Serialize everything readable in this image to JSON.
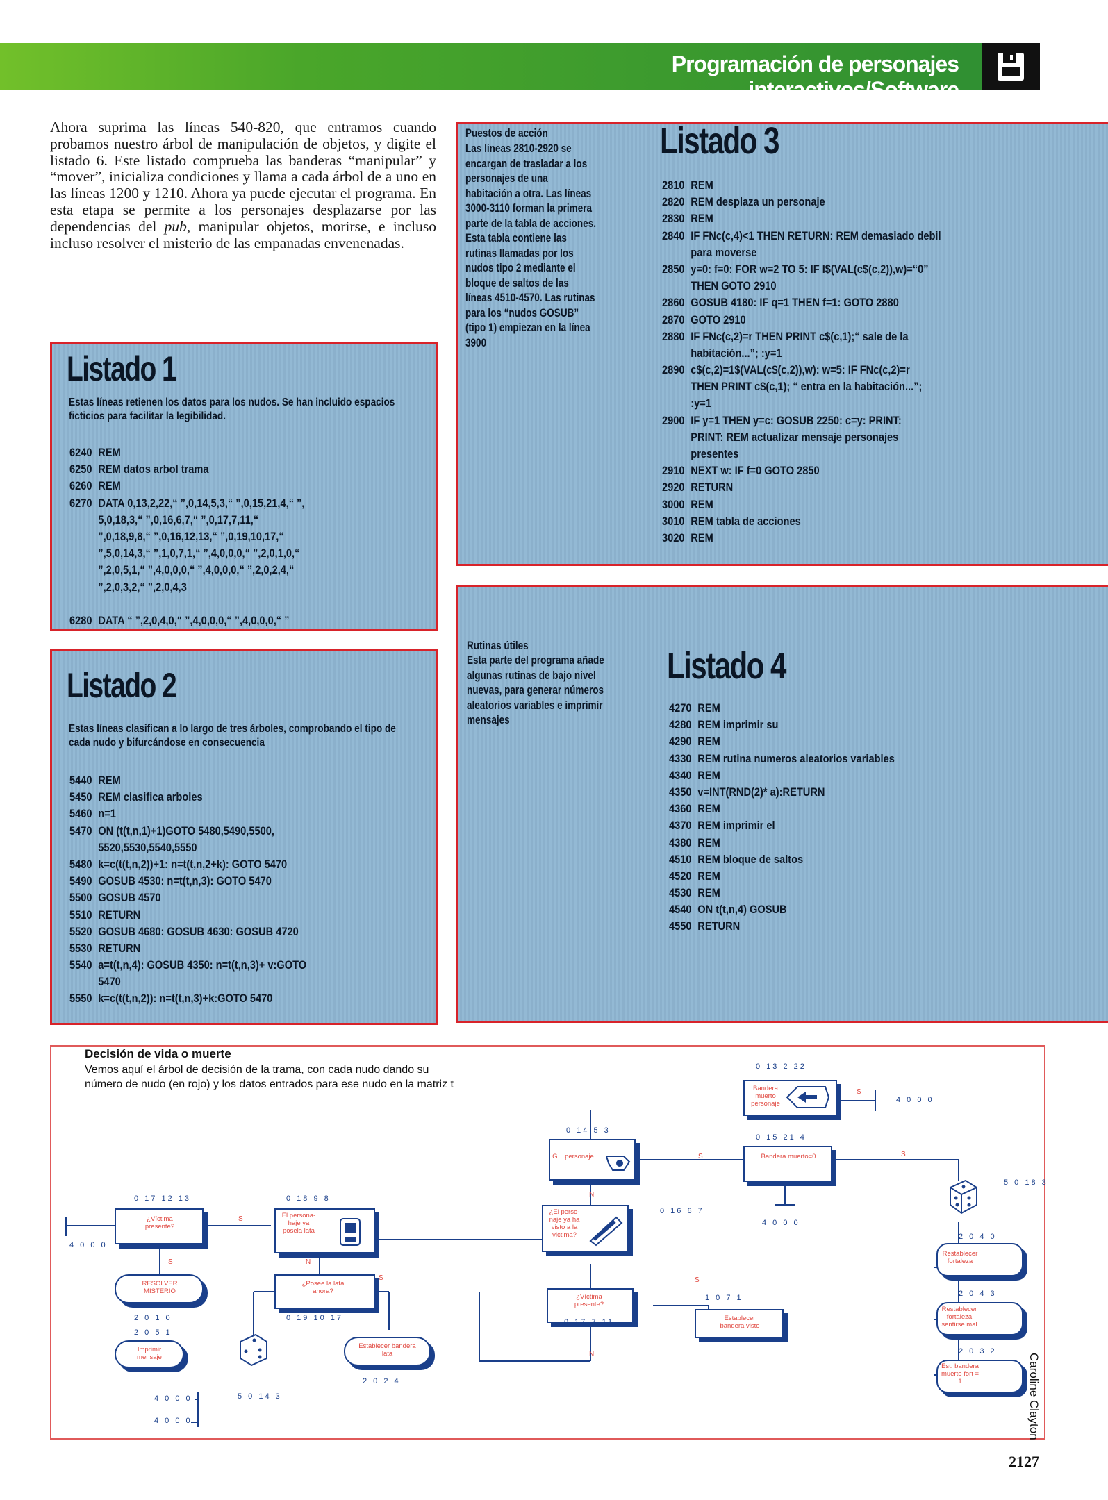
{
  "header": {
    "title_main": "Programación de personajes interactivos/",
    "title_bold": "Software",
    "icon": "floppy-disk-icon"
  },
  "intro": {
    "before_italic": "Ahora suprima las líneas 540-820, que entramos cuando probamos nuestro árbol de manipulación de objetos, y digite el listado 6. Este listado comprueba las banderas “manipular” y “mover”, inicializa condiciones y llama a cada árbol de a uno en las líneas 1200 y 1210. Ahora ya puede ejecutar el programa. En esta etapa se permite a los personajes desplazarse por las dependencias del ",
    "italic": "pub",
    "after_italic": ", manipular objetos, morirse, e incluso incluso resolver el misterio de las empanadas envenenadas."
  },
  "listado1": {
    "title": "Listado 1",
    "desc": "Estas líneas retienen los datos para los nudos. Se han incluido espacios ficticios para facilitar la legibilidad.",
    "lines": [
      {
        "n": "6240",
        "t": "REM"
      },
      {
        "n": "6250",
        "t": "REM datos arbol trama"
      },
      {
        "n": "6260",
        "t": "REM"
      },
      {
        "n": "6270",
        "t": "DATA 0,13,2,22,“ ”,0,14,5,3,“ ”,0,15,21,4,“ ”,"
      },
      {
        "n": "",
        "t": "5,0,18,3,“ ”,0,16,6,7,“ ”,0,17,7,11,“"
      },
      {
        "n": "",
        "t": "”,0,18,9,8,“ ”,0,16,12,13,“ ”,0,19,10,17,“"
      },
      {
        "n": "",
        "t": "”,5,0,14,3,“ ”,1,0,7,1,“ ”,4,0,0,0,“ ”,2,0,1,0,“"
      },
      {
        "n": "",
        "t": "”,2,0,5,1,“ ”,4,0,0,0,“ ”,4,0,0,0,“ ”,2,0,2,4,“"
      },
      {
        "n": "",
        "t": "”,2,0,3,2,“ ”,2,0,4,3"
      },
      {
        "n": "",
        "t": ""
      },
      {
        "n": "6280",
        "t": "DATA “ ”,2,0,4,0,“ ”,4,0,0,0,“ ”,4,0,0,0,“ ”"
      }
    ]
  },
  "listado2": {
    "title": "Listado 2",
    "desc": "Estas líneas clasifican a lo largo de tres árboles, comprobando el tipo de cada nudo y bifurcándose en consecuencia",
    "lines": [
      {
        "n": "5440",
        "t": "REM"
      },
      {
        "n": "5450",
        "t": "REM clasifica arboles"
      },
      {
        "n": "5460",
        "t": "n=1"
      },
      {
        "n": "5470",
        "t": "ON (t(t,n,1)+1)GOTO 5480,5490,5500,"
      },
      {
        "n": "",
        "t": "5520,5530,5540,5550"
      },
      {
        "n": "5480",
        "t": "k=c(t(t,n,2))+1: n=t(t,n,2+k): GOTO 5470"
      },
      {
        "n": "5490",
        "t": "GOSUB 4530: n=t(t,n,3): GOTO 5470"
      },
      {
        "n": "5500",
        "t": "GOSUB 4570"
      },
      {
        "n": "5510",
        "t": "RETURN"
      },
      {
        "n": "5520",
        "t": "GOSUB 4680: GOSUB 4630: GOSUB 4720"
      },
      {
        "n": "5530",
        "t": "RETURN"
      },
      {
        "n": "5540",
        "t": "a=t(t,n,4): GOSUB 4350: n=t(t,n,3)+ v:GOTO"
      },
      {
        "n": "",
        "t": "5470"
      },
      {
        "n": "5550",
        "t": "k=c(t(t,n,2)): n=t(t,n,3)+k:GOTO 5470"
      }
    ]
  },
  "listado3": {
    "title": "Listado 3",
    "side_title": "Puestos de acción",
    "side_text": "Las líneas 2810-2920 se encargan de trasladar a los personajes de una habitación a otra. Las líneas 3000-3110 forman la primera parte de la tabla de acciones. Esta tabla contiene las rutinas llamadas por los nudos tipo 2 mediante el bloque de saltos de las líneas 4510-4570. Las rutinas para los “nudos GOSUB” (tipo 1) empiezan en la línea 3900",
    "lines": [
      {
        "n": "2810",
        "t": "REM"
      },
      {
        "n": "2820",
        "t": "REM desplaza un personaje"
      },
      {
        "n": "2830",
        "t": "REM"
      },
      {
        "n": "2840",
        "t": "IF FNc(c,4)<1 THEN RETURN: REM demasiado debil"
      },
      {
        "n": "",
        "t": "para moverse"
      },
      {
        "n": "2850",
        "t": "y=0: f=0: FOR w=2 TO 5: IF I$(VAL(c$(c,2)),w)=“0”"
      },
      {
        "n": "",
        "t": "THEN GOTO 2910"
      },
      {
        "n": "2860",
        "t": "GOSUB 4180: IF q=1 THEN f=1: GOTO 2880"
      },
      {
        "n": "2870",
        "t": "GOTO 2910"
      },
      {
        "n": "2880",
        "t": "IF FNc(c,2)=r THEN PRINT c$(c,1);“ sale de la"
      },
      {
        "n": "",
        "t": "habitación...”; :y=1"
      },
      {
        "n": "2890",
        "t": "c$(c,2)=1$(VAL(c$(c,2)),w): w=5: IF FNc(c,2)=r"
      },
      {
        "n": "",
        "t": "THEN PRINT c$(c,1); “ entra en la habitación...”;"
      },
      {
        "n": "",
        "t": ":y=1"
      },
      {
        "n": "2900",
        "t": "IF y=1 THEN y=c: GOSUB 2250: c=y: PRINT:"
      },
      {
        "n": "",
        "t": "PRINT: REM actualizar mensaje personajes"
      },
      {
        "n": "",
        "t": "presentes"
      },
      {
        "n": "2910",
        "t": "NEXT w: IF f=0 GOTO 2850"
      },
      {
        "n": "2920",
        "t": "RETURN"
      },
      {
        "n": "3000",
        "t": "REM"
      },
      {
        "n": "3010",
        "t": "REM tabla de acciones"
      },
      {
        "n": "3020",
        "t": "REM"
      }
    ]
  },
  "listado4": {
    "title": "Listado 4",
    "side_title": "Rutinas útiles",
    "side_text": "Esta parte del programa añade algunas rutinas de bajo nivel nuevas, para generar números aleatorios variables e imprimir mensajes",
    "lines": [
      {
        "n": "4270",
        "t": "REM"
      },
      {
        "n": "4280",
        "t": "REM imprimir su"
      },
      {
        "n": "4290",
        "t": "REM"
      },
      {
        "n": "4330",
        "t": "REM rutina numeros aleatorios variables"
      },
      {
        "n": "4340",
        "t": "REM"
      },
      {
        "n": "4350",
        "t": "v=INT(RND(2)* a):RETURN"
      },
      {
        "n": "4360",
        "t": "REM"
      },
      {
        "n": "4370",
        "t": "REM imprimir el"
      },
      {
        "n": "4380",
        "t": "REM"
      },
      {
        "n": "4510",
        "t": "REM bloque de saltos"
      },
      {
        "n": "4520",
        "t": "REM"
      },
      {
        "n": "4530",
        "t": "REM"
      },
      {
        "n": "4540",
        "t": "ON t(t,n,4) GOSUB"
      },
      {
        "n": "4550",
        "t": "RETURN"
      }
    ]
  },
  "diagram": {
    "title": "Decisión de vida o muerte",
    "text": "Vemos aquí el árbol de decisión de la trama, con cada nudo dando su número de nudo (en rojo) y los datos entrados para ese nudo en la matriz t",
    "nodes": {
      "muerto_personaje": "Bandera muerto personaje",
      "g_personaje": "G... personaje",
      "bandera_muerto_0": "Bandera muerto=0",
      "victima_presente_l": "¿Víctima presente?",
      "el_persona_lata": "El persona- haje ya posela lata",
      "el_persona_visto": "¿El perso- naje ya ha visto a la victima?",
      "resolver": "RESOLVER MISTERIO",
      "posee_lata": "¿Posee la lata ahora?",
      "victima_presente_r": "¿Víctima presente?",
      "imprimir": "Imprimir mensaje",
      "establecer_lata": "Establecer bandera lata",
      "establecer_visto": "Establecer bandera visto",
      "restablecer_fortaleza": "Restablecer fortaleza",
      "restablecer_sentirse": "Restablecer fortaleza sentirse mal",
      "est_bandera_fort": "Est. bandera muerto fort = 1"
    },
    "nums": {
      "n0_13_2_22": "0 13 2 22",
      "n4000_a": "4 0 0 0",
      "n0_14_5_3": "0 14 5 3",
      "n0_15_21_4": "0 15 21 4",
      "n5_0_18_3": "5 0 18 3",
      "n0_17_12_13": "0 17 12 13",
      "n0_18_9_8": "0 18 9 8",
      "n0_16_6_7": "0 16 6 7",
      "n4000_b": "4 0 0 0",
      "n4000_c": "4 0 0 0",
      "n2_0_4_0": "2 0 4 0",
      "n2_0_1_0": "2 0 1 0",
      "n0_19_10_17": "0 19 10 17",
      "n1_0_7_1": "1 0 7 1",
      "n0_17_7_11": "0 17 7 11",
      "n2_0_4_3": "2 0 4 3",
      "n2_0_5_1": "2 0 5 1",
      "n2_0_2_4": "2 0 2 4",
      "n2_0_3_2": "2 0 3 2",
      "n5_0_14_3": "5 0 14 3",
      "n4000_d": "4 0 0 0",
      "n4000_e": "4 0 0 0"
    },
    "s": "S",
    "n": "N"
  },
  "credit": "Caroline Clayton",
  "page_number": "2127",
  "colors": {
    "green": "#4aa62a",
    "panel_blue": "#8fb6d2",
    "border_red": "#d8232a",
    "node_blue": "#1a3f8a",
    "label_red": "#e0473f"
  }
}
